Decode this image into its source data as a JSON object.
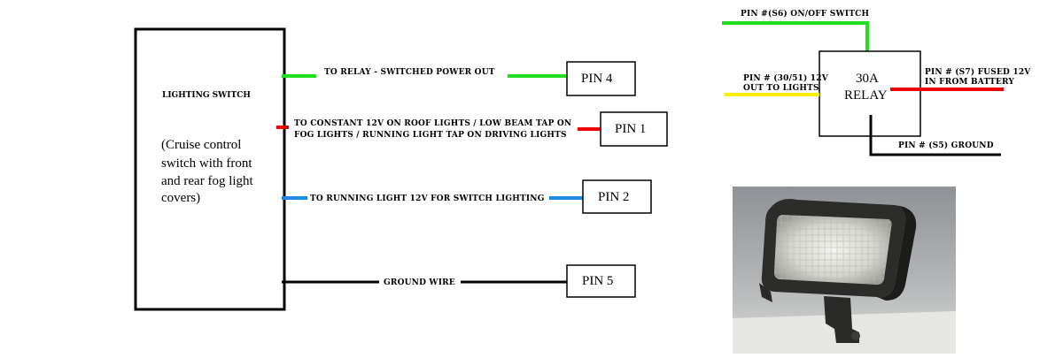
{
  "switch": {
    "title": "LIGHTING SWITCH",
    "note_lines": [
      "(Cruise control",
      "switch with front",
      "and rear fog light",
      "covers)"
    ]
  },
  "wires": [
    {
      "pin": "PIN 4",
      "color": "#22dd22",
      "label_lines": [
        "TO RELAY - SWITCHED POWER OUT"
      ]
    },
    {
      "pin": "PIN 1",
      "color": "#ee0000",
      "label_lines": [
        "TO CONSTANT 12V ON ROOF LIGHTS / LOW BEAM TAP ON",
        "FOG LIGHTS / RUNNING LIGHT TAP ON DRIVING LIGHTS"
      ]
    },
    {
      "pin": "PIN 2",
      "color": "#1e88e5",
      "label_lines": [
        "TO RUNNING LIGHT 12V FOR SWITCH LIGHTING"
      ]
    },
    {
      "pin": "PIN 5",
      "color": "#000000",
      "label_lines": [
        "GROUND WIRE"
      ]
    }
  ],
  "relay": {
    "line1": "30A",
    "line2": "RELAY",
    "labels": {
      "s6": "PIN #(S6) ON/OFF SWITCH",
      "s30_line1": "PIN # (30/51)  12V",
      "s30_line2": "OUT TO LIGHTS",
      "s7_line1": "PIN # (S7) FUSED 12V",
      "s7_line2": "IN FROM BATTERY",
      "s5": "PIN # (S5) GROUND"
    },
    "colors": {
      "s6": "#22dd22",
      "s30": "#ffee00",
      "s7": "#ee0000",
      "s5": "#000000"
    }
  },
  "photo": {
    "subject": "fog-light-lamp"
  }
}
